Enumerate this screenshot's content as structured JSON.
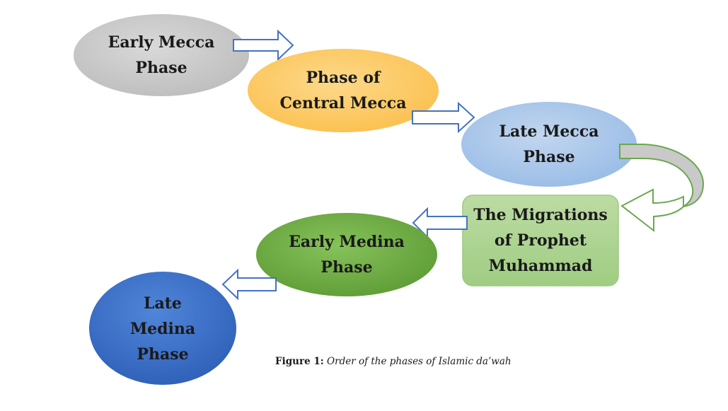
{
  "nodes": {
    "early_mecca": {
      "line1": "Early Mecca",
      "line2": "Phase",
      "color": "#c8c8c8"
    },
    "central_mecca": {
      "line1": "Phase of",
      "line2": "Central Mecca",
      "color": "#fcc65a"
    },
    "late_mecca": {
      "line1": "Late Mecca",
      "line2": "Phase",
      "color": "#a9c5e7"
    },
    "migrations": {
      "line1": "The Migrations",
      "line2": "of Prophet",
      "line3": "Muhammad",
      "color": "#a9d18e"
    },
    "early_medina": {
      "line1": "Early Medina",
      "line2": "Phase",
      "color": "#6fac46"
    },
    "late_medina": {
      "line1": "Late",
      "line2": "Medina",
      "line3": "Phase",
      "color": "#3a6fc4"
    }
  },
  "caption": {
    "label": "Figure 1:",
    "text": "Order of the phases of Islamic da’wah"
  }
}
